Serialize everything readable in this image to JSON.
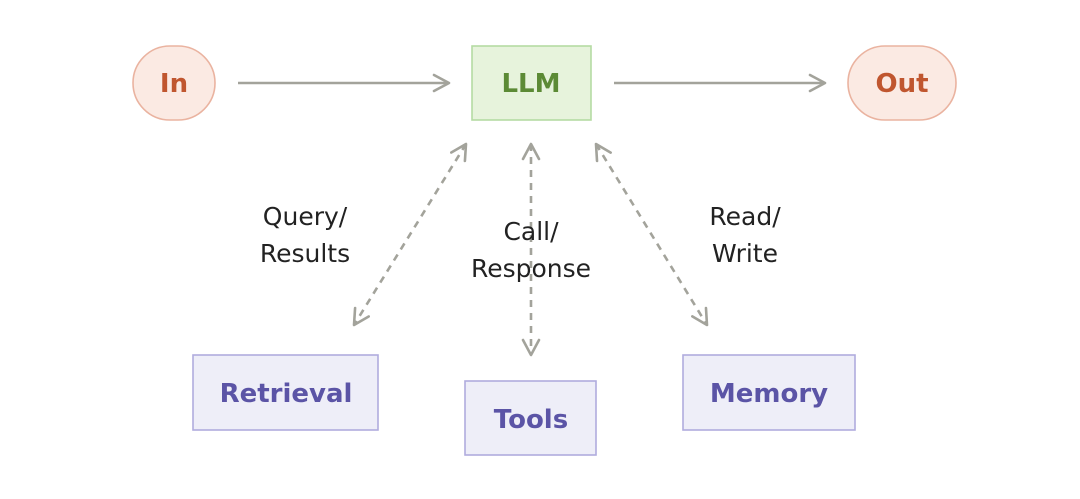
{
  "nodes": {
    "input": "In",
    "llm": "LLM",
    "output": "Out",
    "retrieval": "Retrieval",
    "tools": "Tools",
    "memory": "Memory"
  },
  "edges": {
    "retrieval": [
      "Query/",
      "Results"
    ],
    "tools": [
      "Call/",
      "Response"
    ],
    "memory": [
      "Read/",
      "Write"
    ]
  },
  "colors": {
    "io_fill": "#fbeae3",
    "io_stroke": "#eab3a0",
    "io_text": "#c0562f",
    "llm_fill": "#e7f3dc",
    "llm_stroke": "#b5dba3",
    "llm_text": "#5c8a35",
    "component_fill": "#eeeef8",
    "component_stroke": "#b0acde",
    "component_text": "#5b54a6",
    "arrow": "#a3a39b"
  }
}
